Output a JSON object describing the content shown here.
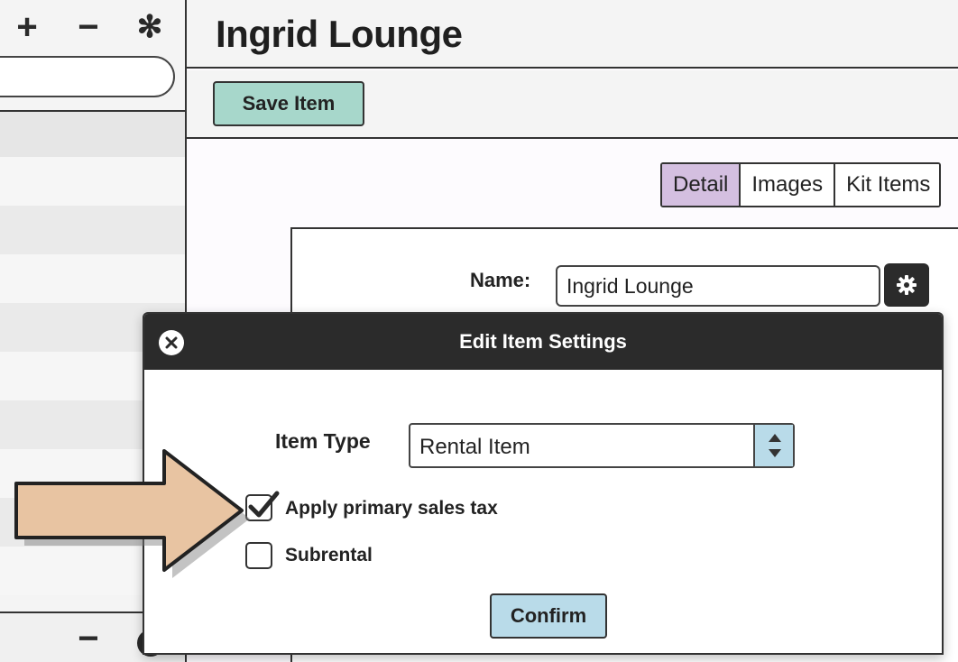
{
  "sidebar": {
    "add_label": "+",
    "remove_label": "−",
    "options_label": "✻",
    "bottom_remove_label": "−"
  },
  "header": {
    "title": "Ingrid Lounge"
  },
  "toolbar": {
    "save_label": "Save Item"
  },
  "tabs": [
    {
      "label": "Detail",
      "active": true
    },
    {
      "label": "Images",
      "active": false
    },
    {
      "label": "Kit Items",
      "active": false
    }
  ],
  "form": {
    "name_label": "Name:",
    "name_value": "Ingrid Lounge"
  },
  "modal": {
    "title": "Edit Item Settings",
    "item_type_label": "Item Type",
    "item_type_value": "Rental Item",
    "apply_tax_label": "Apply primary sales tax",
    "apply_tax_checked": true,
    "subrental_label": "Subrental",
    "subrental_checked": false,
    "confirm_label": "Confirm"
  },
  "colors": {
    "save_button": "#a7d7cb",
    "active_tab": "#d4bfe0",
    "confirm_button": "#b9dbe9",
    "modal_header": "#2b2b2b",
    "arrow_fill": "#e8c4a2"
  }
}
